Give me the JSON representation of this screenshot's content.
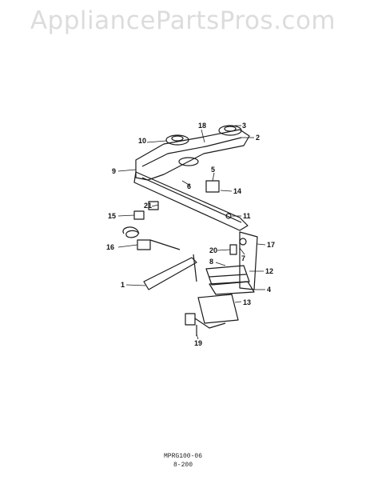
{
  "watermark": "AppliancePartsPros.com",
  "callouts": [
    "10",
    "18",
    "3",
    "2",
    "9",
    "5",
    "6",
    "14",
    "21",
    "11",
    "15",
    "16",
    "17",
    "20",
    "7",
    "8",
    "12",
    "1",
    "4",
    "13",
    "19"
  ],
  "footer": {
    "model": "MPRG100-06",
    "code": "8-200"
  }
}
